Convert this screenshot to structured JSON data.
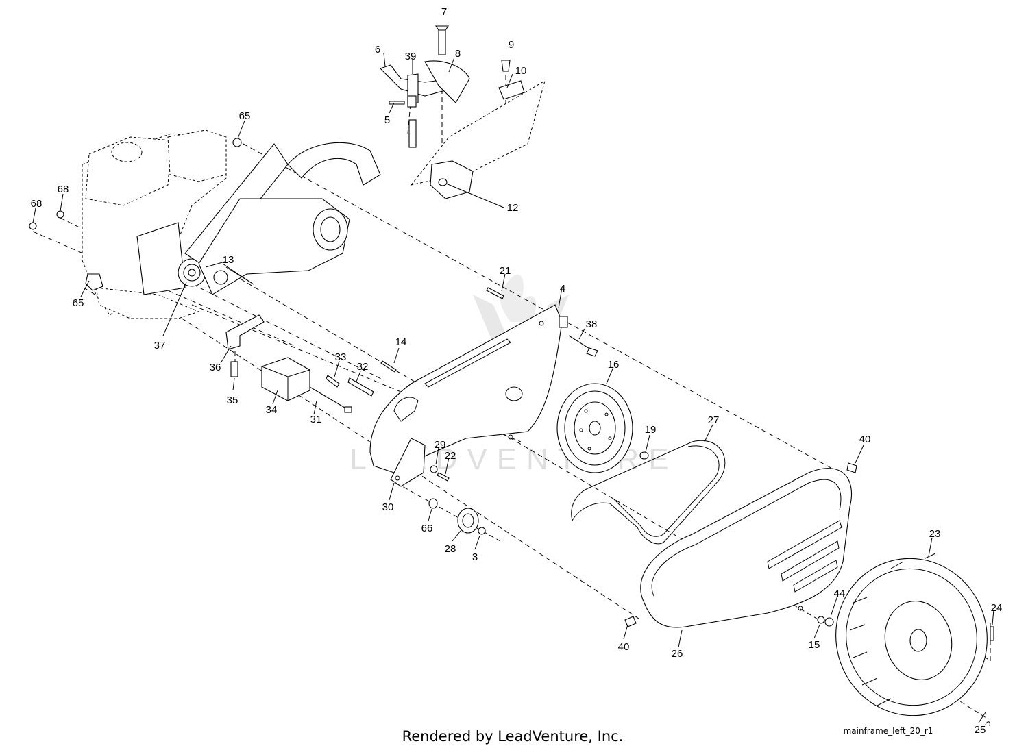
{
  "watermark": "LEADVENTURE",
  "footer_text": "Rendered by LeadVenture, Inc.",
  "diagram_code": "mainframe_left_20_r1",
  "callouts": [
    {
      "key": "c7",
      "label": "7"
    },
    {
      "key": "c9",
      "label": "9"
    },
    {
      "key": "c6",
      "label": "6"
    },
    {
      "key": "c39",
      "label": "39"
    },
    {
      "key": "c8",
      "label": "8"
    },
    {
      "key": "c10",
      "label": "10"
    },
    {
      "key": "c5",
      "label": "5"
    },
    {
      "key": "c65a",
      "label": "65"
    },
    {
      "key": "c68a",
      "label": "68"
    },
    {
      "key": "c68b",
      "label": "68"
    },
    {
      "key": "c12",
      "label": "12"
    },
    {
      "key": "c13",
      "label": "13"
    },
    {
      "key": "c65b",
      "label": "65"
    },
    {
      "key": "c21",
      "label": "21"
    },
    {
      "key": "c4",
      "label": "4"
    },
    {
      "key": "c38",
      "label": "38"
    },
    {
      "key": "c37",
      "label": "37"
    },
    {
      "key": "c14",
      "label": "14"
    },
    {
      "key": "c36",
      "label": "36"
    },
    {
      "key": "c33",
      "label": "33"
    },
    {
      "key": "c32",
      "label": "32"
    },
    {
      "key": "c16",
      "label": "16"
    },
    {
      "key": "c35",
      "label": "35"
    },
    {
      "key": "c34",
      "label": "34"
    },
    {
      "key": "c31",
      "label": "31"
    },
    {
      "key": "c27",
      "label": "27"
    },
    {
      "key": "c19",
      "label": "19"
    },
    {
      "key": "c40a",
      "label": "40"
    },
    {
      "key": "c29",
      "label": "29"
    },
    {
      "key": "c22",
      "label": "22"
    },
    {
      "key": "c30",
      "label": "30"
    },
    {
      "key": "c66",
      "label": "66"
    },
    {
      "key": "c28",
      "label": "28"
    },
    {
      "key": "c3",
      "label": "3"
    },
    {
      "key": "c23",
      "label": "23"
    },
    {
      "key": "c44",
      "label": "44"
    },
    {
      "key": "c24",
      "label": "24"
    },
    {
      "key": "c40b",
      "label": "40"
    },
    {
      "key": "c26",
      "label": "26"
    },
    {
      "key": "c15",
      "label": "15"
    },
    {
      "key": "c25",
      "label": "25"
    }
  ]
}
